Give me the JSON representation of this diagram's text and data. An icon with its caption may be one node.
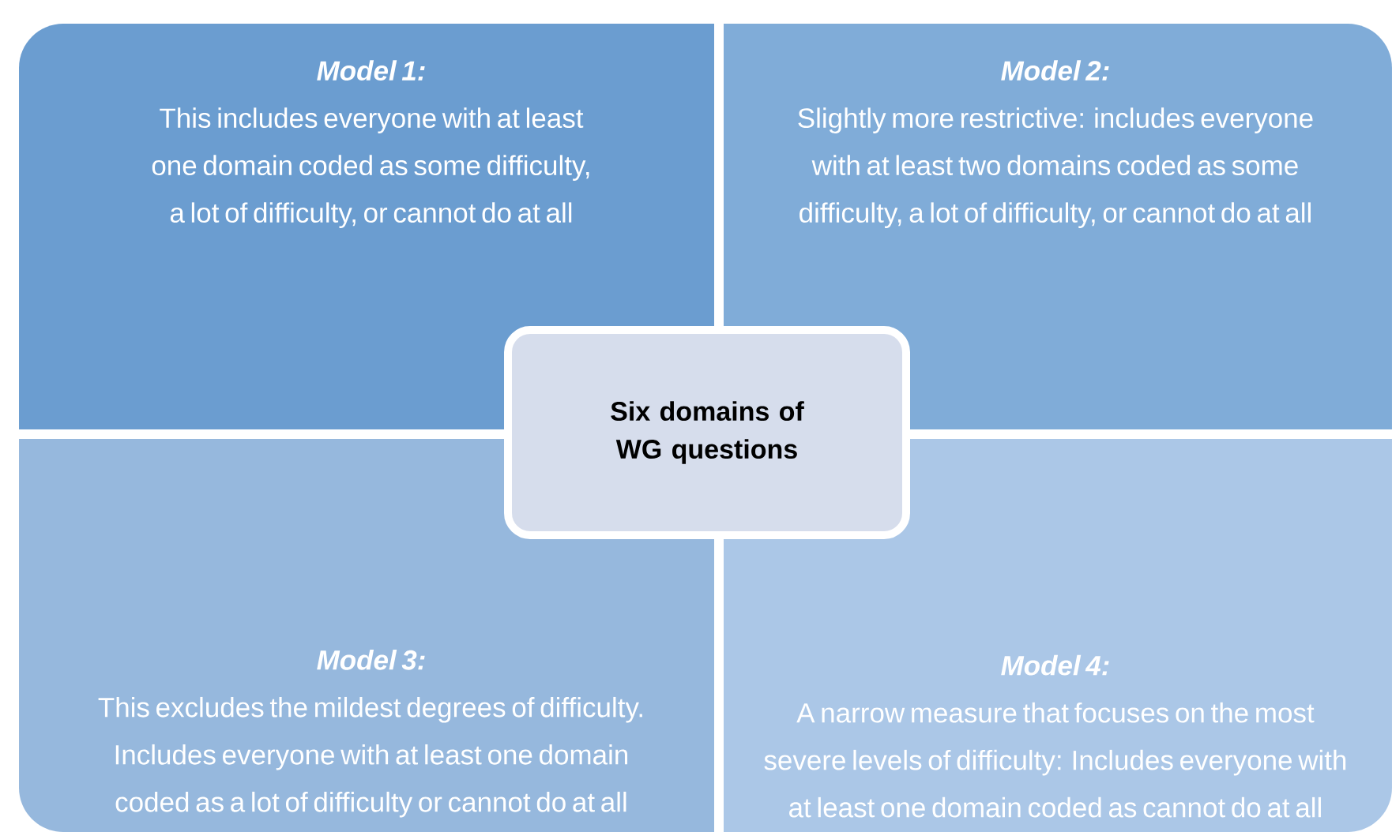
{
  "diagram": {
    "nodes": [
      {
        "text": [
          "Model 1:",
          "This includes everyone with at least one domain coded as some difficulty, a lot of difficulty, or cannot do at all"
        ]
      },
      {
        "text": [
          "Model 2:",
          "Slightly more restrictive: includes everyone with at least two domains coded as some difficulty, a lot of difficulty, or cannot do at all"
        ]
      },
      {
        "text": [
          "Six domains of WG questions"
        ]
      },
      {
        "text": [
          "Model 3:",
          "This excludes the mildest degrees of difficulty. Includes everyone with at least one domain coded as a lot of difficulty or cannot do at all"
        ]
      },
      {
        "text": [
          "Model 4:",
          "A narrow measure that focuses on the most severe levels of difficulty: Includes everyone with at least one domain coded as cannot do at all"
        ]
      }
    ]
  }
}
